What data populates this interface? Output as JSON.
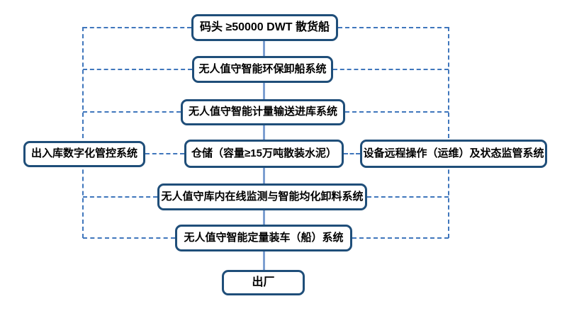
{
  "flowchart": {
    "description": "Unattended intelligent bulk-cement port handling process flow",
    "main_sequence": [
      {
        "id": "dock",
        "label": "码头 ≥50000 DWT 散货船"
      },
      {
        "id": "unloading",
        "label": "无人值守智能环保卸船系统"
      },
      {
        "id": "conveying",
        "label": "无人值守智能计量输送进库系统"
      },
      {
        "id": "storage",
        "label": "仓储（容量≥15万吨散装水泥）"
      },
      {
        "id": "monitoring",
        "label": "无人值守库内在线监测与智能均化卸料系统"
      },
      {
        "id": "loading",
        "label": "无人值守智能定量装车（船）系统"
      },
      {
        "id": "exit",
        "label": "出厂"
      }
    ],
    "side_nodes": [
      {
        "id": "warehouse-mgmt",
        "side": "left",
        "label": "出入库数字化管控系统"
      },
      {
        "id": "remote-ops",
        "side": "right",
        "label": "设备远程操作（运维）及状态监管系统"
      }
    ],
    "colors": {
      "box_border": "#1f4e79",
      "box_fill": "#ffffff",
      "solid_connector": "#7d9fd1",
      "dashed_connector": "#3f76bc",
      "text": "#000000",
      "background": "#ffffff"
    }
  }
}
